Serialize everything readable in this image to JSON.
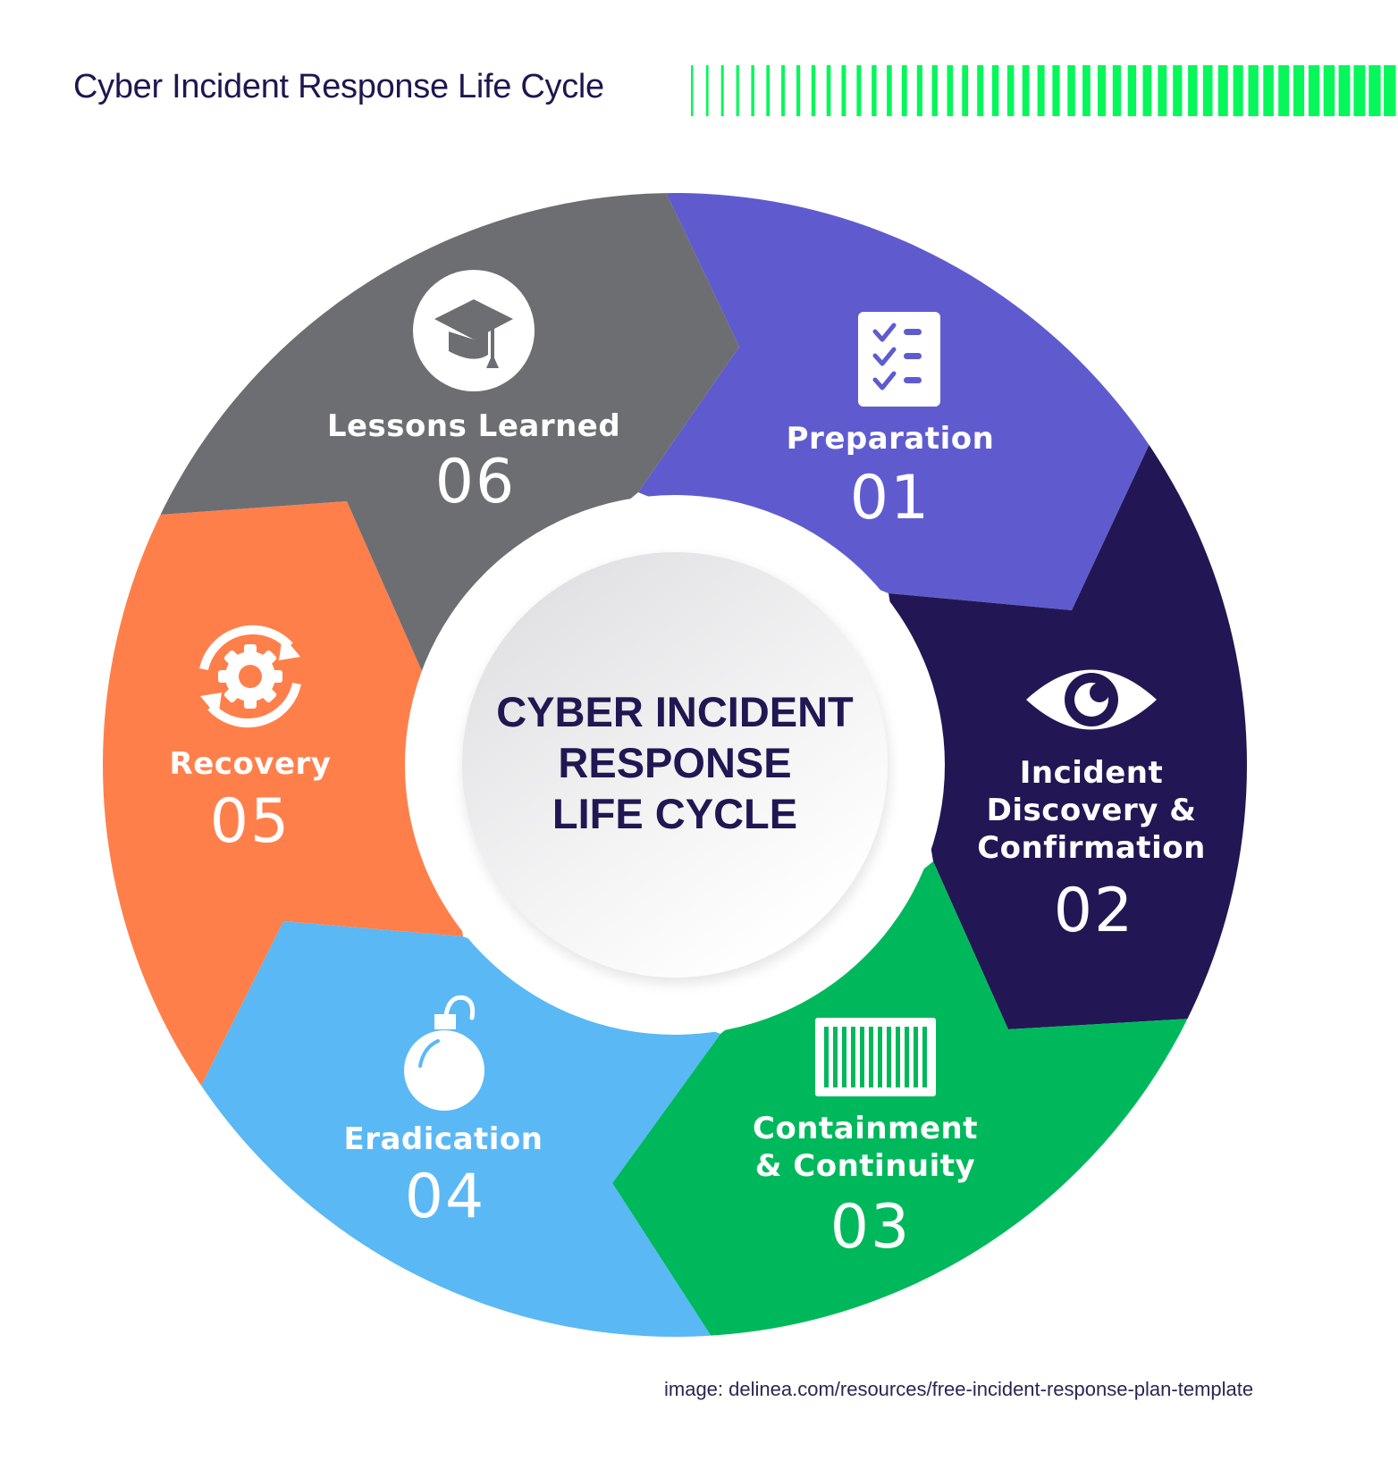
{
  "header": {
    "title": "Cyber Incident Response Life Cycle",
    "accent_color": "#05F75A"
  },
  "center": {
    "lines": [
      "CYBER INCIDENT",
      "RESPONSE",
      "LIFE CYCLE"
    ],
    "text_color": "#211752"
  },
  "segments": [
    {
      "number": "01",
      "label_lines": [
        "Preparation"
      ],
      "icon": "checklist-icon",
      "color": "#5F5BCF"
    },
    {
      "number": "02",
      "label_lines": [
        "Incident",
        "Discovery &",
        "Confirmation"
      ],
      "icon": "eye-icon",
      "color": "#221754"
    },
    {
      "number": "03",
      "label_lines": [
        "Containment",
        "& Continuity"
      ],
      "icon": "container-icon",
      "color": "#00B85C"
    },
    {
      "number": "04",
      "label_lines": [
        "Eradication"
      ],
      "icon": "bomb-icon",
      "color": "#5AB8F5"
    },
    {
      "number": "05",
      "label_lines": [
        "Recovery"
      ],
      "icon": "gear-cycle-icon",
      "color": "#FF7F4B"
    },
    {
      "number": "06",
      "label_lines": [
        "Lessons Learned"
      ],
      "icon": "graduation-cap-icon",
      "color": "#6D6E72"
    }
  ],
  "caption": "image: delinea.com/resources/free-incident-response-plan-template"
}
